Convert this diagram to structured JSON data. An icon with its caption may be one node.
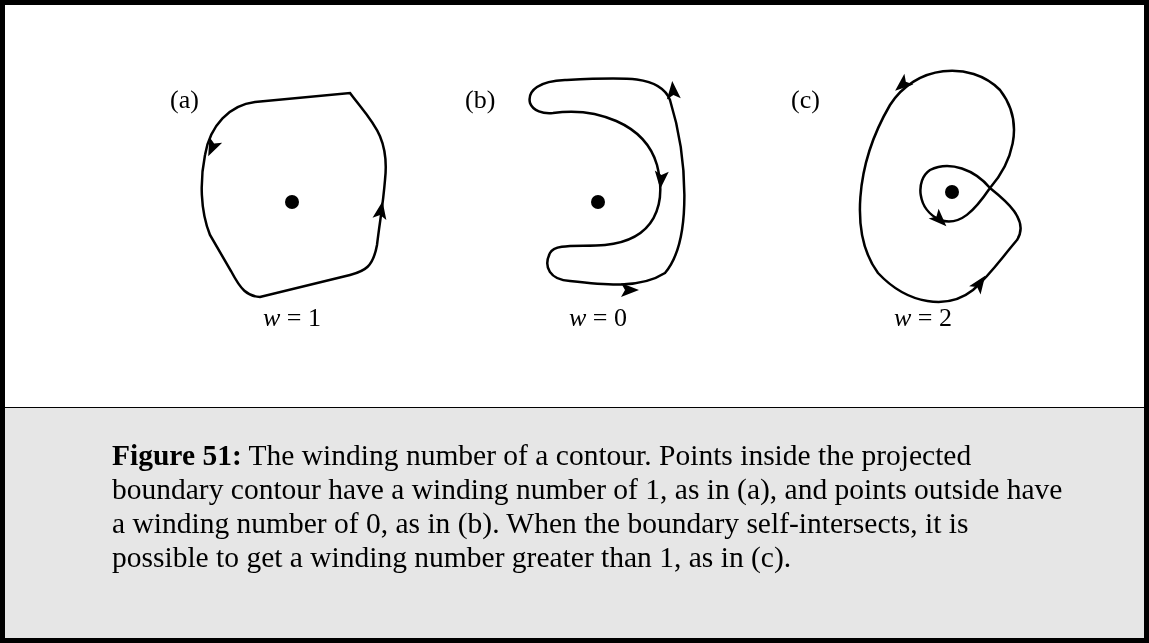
{
  "diagram": {
    "caption": "**Figure 51:** The winding number of a contour. Points inside the projected boundary contour have a winding number of 1, as in (a), and points outside have a winding number of 0, as in (b). When the boundary self-intersects, it is possible to get a winding number greater than 1, as in (c).",
    "labels": [
      "(a)",
      "(b)",
      "(c)",
      "*w* = 1",
      "*w* = 0",
      "*w* = 2"
    ]
  }
}
